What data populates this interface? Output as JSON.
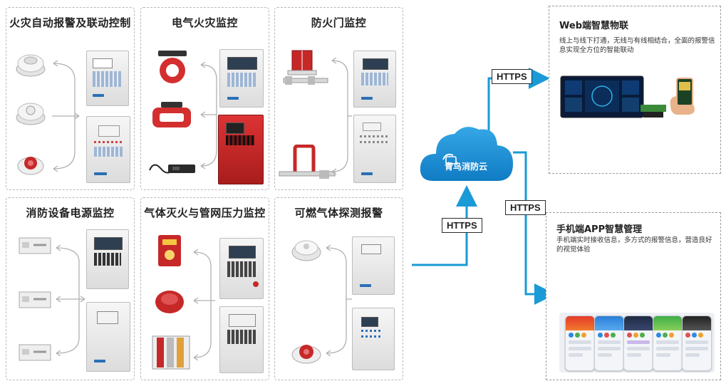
{
  "panels": [
    {
      "id": "fire-alarm",
      "title": "火灾自动报警及联动控制"
    },
    {
      "id": "electrical-fire",
      "title": "电气火灾监控"
    },
    {
      "id": "fire-door",
      "title": "防火门监控"
    },
    {
      "id": "power-monitor",
      "title": "消防设备电源监控"
    },
    {
      "id": "gas-extinguish",
      "title": "气体灭火与管网压力监控"
    },
    {
      "id": "gas-detect",
      "title": "可燃气体探测报警"
    }
  ],
  "cloud": {
    "label": "青鸟消防云"
  },
  "links": {
    "up": "HTTPS",
    "web": "HTTPS",
    "app": "HTTPS"
  },
  "web": {
    "title": "Web端智慧物联",
    "desc": "线上与线下打通，无线与有线相结合，全面的报警信息实现全方位的智能联动"
  },
  "app": {
    "title": "手机端APP智慧管理",
    "desc": "手机端实时接收信息，多方式的报警信息，营造良好的视觉体验"
  },
  "colors": {
    "accent": "#1a9ad6",
    "cloud": "#1e8fd3",
    "red": "#c62828"
  }
}
